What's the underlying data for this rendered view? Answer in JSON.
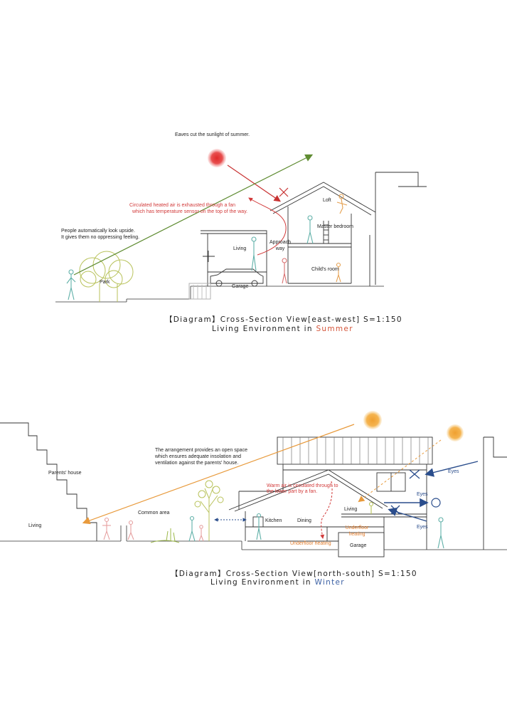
{
  "summer": {
    "eaves_note": "Eaves cut the sunlight of summer.",
    "air_note_1": "Circulated heated air is exhausted through a fan",
    "air_note_2": "which has temperature sensor on the top of the way.",
    "people_note_1": "People automatically look upside.",
    "people_note_2": "It gives them no oppressing feeling.",
    "rooms": {
      "loft": "Loft",
      "master_bedroom": "Master bedroom",
      "living": "Living",
      "approach_1": "Approach",
      "approach_2": "way",
      "childs_room": "Child's room",
      "garage": "Garage",
      "park": "Park"
    },
    "caption_line1": "【Diagram】Cross-Section View[east-west] S=1:150",
    "caption_line2_prefix": "Living Environment in ",
    "caption_season": "Summer",
    "colors": {
      "sun": "#e03030",
      "sun_ray": "#c83232",
      "sightline": "#5f8c32",
      "air": "#d23a3a"
    }
  },
  "winter": {
    "arrangement_note_1": "The arrangement provides an open space",
    "arrangement_note_2": "which ensures adequate insolation and",
    "arrangement_note_3": "ventilation against the parents' house.",
    "warm_air_1": "Warm air is circulated through to",
    "warm_air_2": "the lower part by a fan.",
    "rooms": {
      "parents_house": "Parents' house",
      "living_left": "Living",
      "common_area": "Common area",
      "kitchen": "Kitchen",
      "dining": "Dining",
      "living": "Living",
      "garage": "Garage",
      "underfloor_1": "Underfloor heating",
      "underfloor_2a": "Underfloor",
      "underfloor_2b": "heating"
    },
    "eyes_1": "Eyes",
    "eyes_2": "Eyes",
    "eyes_3": "Eyes",
    "caption_line1": "【Diagram】Cross-Section View[north-south]  S=1:150",
    "caption_line2_prefix": "Living Environment in ",
    "caption_season": "Winter",
    "colors": {
      "sun": "#f0a030",
      "sun_ray": "#e89a3c",
      "eyes": "#2a4d8c",
      "heating": "#e07b2a"
    }
  }
}
